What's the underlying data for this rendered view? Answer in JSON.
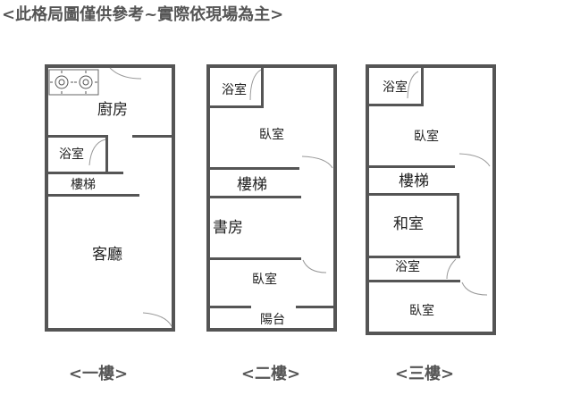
{
  "title": "<此格局圖僅供參考~實際依現場為主>",
  "floors": [
    {
      "label": "<一樓>",
      "rooms": {
        "kitchen": "廚房",
        "bathroom": "浴室",
        "stairs": "樓梯",
        "living_room": "客廳"
      }
    },
    {
      "label": "<二樓>",
      "rooms": {
        "bathroom": "浴室",
        "bedroom_1": "臥室",
        "stairs": "樓梯",
        "study": "書房",
        "bedroom_2": "臥室",
        "balcony": "陽台"
      }
    },
    {
      "label": "<三樓>",
      "rooms": {
        "bathroom_1": "浴室",
        "bedroom_1": "臥室",
        "stairs": "樓梯",
        "japanese_room": "和室",
        "bathroom_2": "浴室",
        "bedroom_2": "臥室"
      }
    }
  ]
}
